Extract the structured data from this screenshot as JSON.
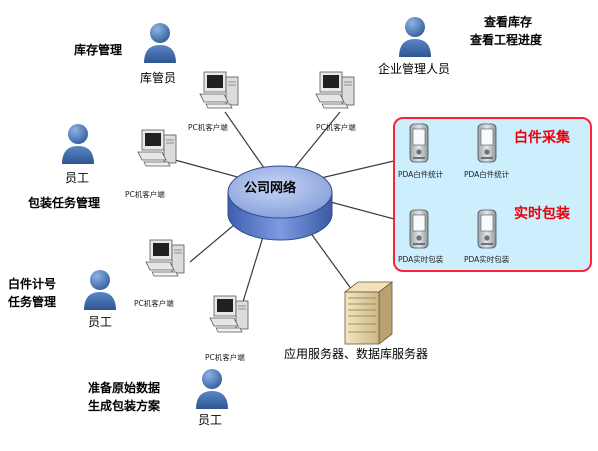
{
  "network": {
    "label": "公司网络"
  },
  "client_label": "PC机客户端",
  "roles": {
    "warehouse_keeper": "库管员",
    "enterprise_manager": "企业管理人员",
    "employee": "员工"
  },
  "tasks": {
    "inventory_mgmt": "库存管理",
    "view_inventory": "查看库存",
    "view_progress": "查看工程进度",
    "packing_task": "包装任务管理",
    "piece_count_1": "白件计号",
    "piece_count_2": "任务管理",
    "prepare_1": "准备原始数据",
    "prepare_2": "生成包装方案"
  },
  "servers": {
    "label": "应用服务器、数据库服务器"
  },
  "pda": {
    "group_1_title": "白件采集",
    "group_2_title": "实时包装",
    "device_stat": "PDA白件统计",
    "device_pack": "PDA实时包装"
  },
  "colors": {
    "person": "#3f6ea8",
    "network": "#6f8fd0",
    "pda_border": "#ff2233",
    "pda_fill": "#cdeefd",
    "title_red": "#e8000b"
  },
  "icons": [
    "person-icon",
    "pc-icon",
    "server-icon",
    "pda-icon"
  ]
}
